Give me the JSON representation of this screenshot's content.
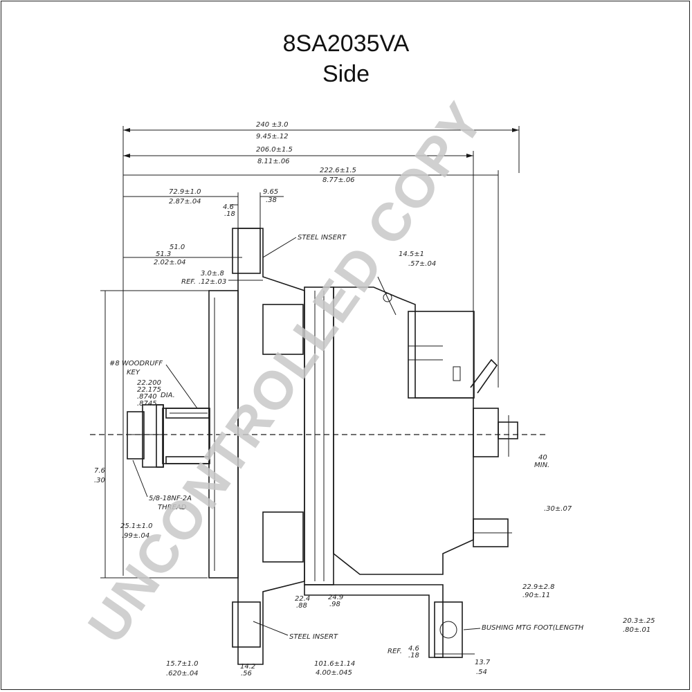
{
  "header": {
    "part_number": "8SA2035VA",
    "view": "Side"
  },
  "watermark": {
    "text": "UNCONTROLLED COPY",
    "color": "#c8c8c8"
  },
  "dimensions": {
    "overall_mm": "240 ±3.0",
    "overall_in": "9.45±.12",
    "d2_mm": "206.0±1.5",
    "d2_in": "8.11±.06",
    "d3_mm": "222.6±1.5",
    "d3_in": "8.77±.06",
    "d4_mm": "72.9±1.0",
    "d4_in": "2.87±.04",
    "d5_a": "9.65",
    "d5_b": ".38",
    "d6_a": "4.6",
    "d6_b": ".18",
    "d7_a": "51.0",
    "d7_b": "51.3",
    "d7_in": "2.02±.04",
    "d8_mm": "3.0±.8",
    "d8_in": ".12±.03",
    "ref": "REF.",
    "d9_mm": "14.5±1",
    "d9_in": ".57±.04",
    "d10_a": "40",
    "d10_b": "MIN.",
    "d11": ".30±.07",
    "d12_mm": "25.1±1.0",
    "d12_in": ".99±.04",
    "d13_mm": "22.9±2.8",
    "d13_in": ".90±.11",
    "d14_a": "22.4",
    "d14_b": ".88",
    "d15_a": "24.9",
    "d15_b": ".98",
    "d16_mm": "15.7±1.0",
    "d16_in": ".620±.04",
    "d17_a": "14.2",
    "d17_b": ".56",
    "d18_mm": "101.6±1.14",
    "d18_in": "4.00±.045",
    "d19_ref": "REF.",
    "d19_a": "4.6",
    "d19_b": ".18",
    "d20_a": "13.7",
    "d20_b": ".54",
    "d21_a": "7.6",
    "d21_b": ".30",
    "d22_mm": "20.3±.25",
    "d22_in": ".80±.01",
    "shaft_a": "22.200",
    "shaft_b": "22.175",
    "shaft_c": "DIA.",
    "shaft_d": ".8740",
    "shaft_e": ".8745"
  },
  "callouts": {
    "steel_insert_top": "STEEL INSERT",
    "steel_insert_bottom": "STEEL INSERT",
    "woodruff_1": "#8 WOODRUFF",
    "woodruff_2": "KEY",
    "thread_1": "5/8-18NF-2A",
    "thread_2": "THREAD",
    "bushing": "BUSHING MTG FOOT(LENGTH"
  }
}
